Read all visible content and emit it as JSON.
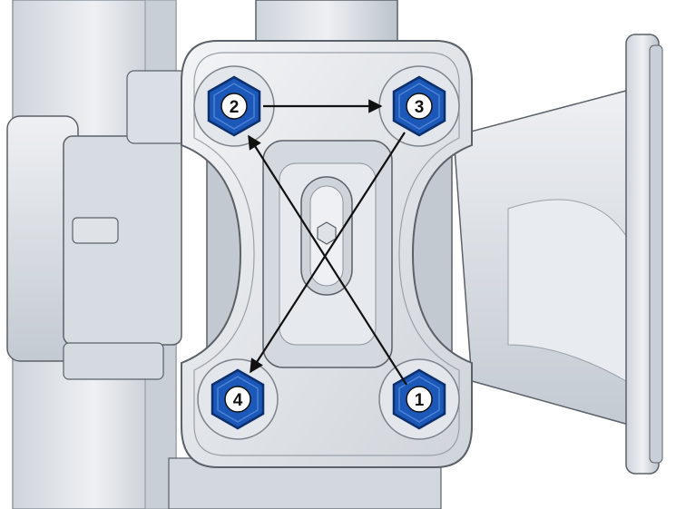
{
  "diagram": {
    "colors": {
      "background": "#ffffff",
      "metal_light": "#e6e9ed",
      "metal_mid": "#c9cfd6",
      "metal_dark": "#8e959e",
      "outline": "#5b6168",
      "nut_fill": "#1c58b8",
      "nut_edge": "#0d2f6e",
      "label_fill": "#ffffff",
      "arrow": "#111111"
    },
    "nuts": [
      {
        "label": "1",
        "icon": "hex-nut-icon"
      },
      {
        "label": "2",
        "icon": "hex-nut-icon"
      },
      {
        "label": "3",
        "icon": "hex-nut-icon"
      },
      {
        "label": "4",
        "icon": "hex-nut-icon"
      }
    ],
    "tightening_sequence": [
      "1",
      "2",
      "3",
      "4"
    ]
  }
}
